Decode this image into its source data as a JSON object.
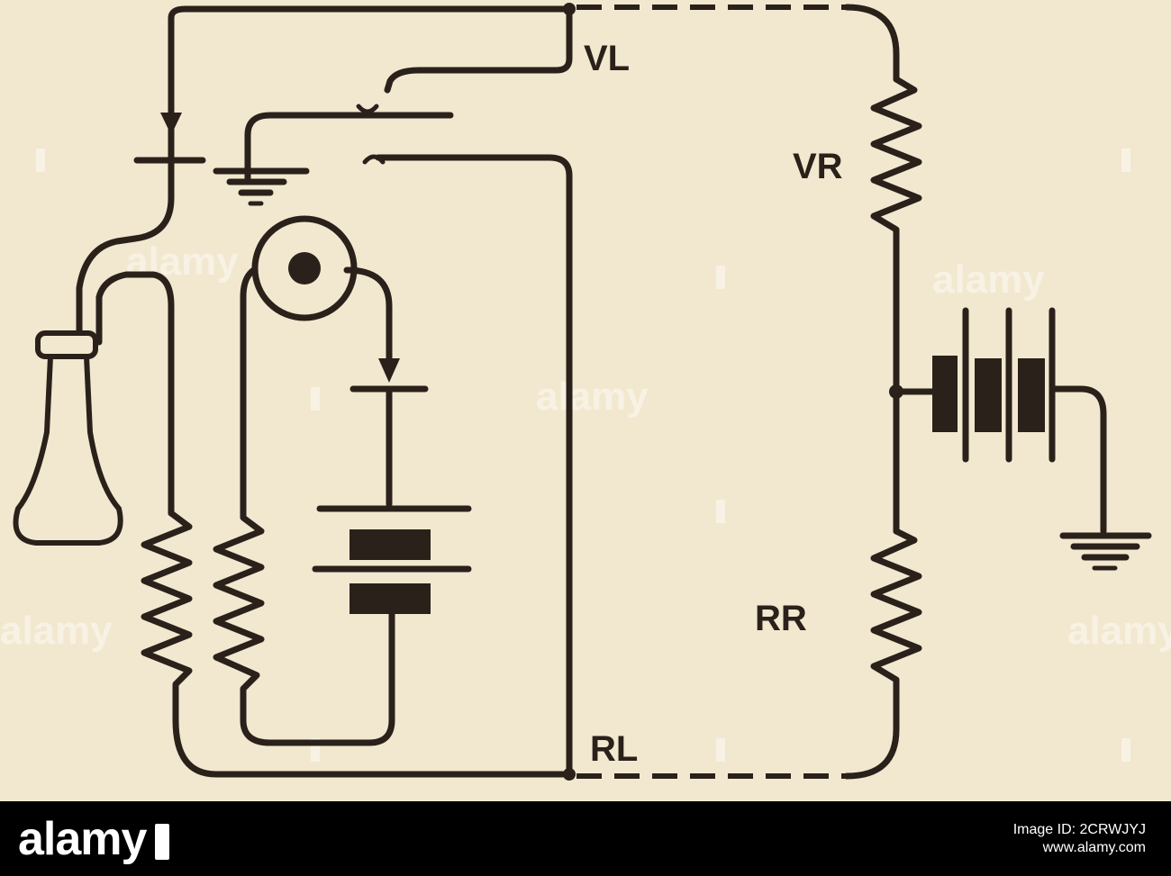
{
  "labels": {
    "vl": "VL",
    "vr": "VR",
    "rr": "RR",
    "rl": "RL"
  },
  "watermark": {
    "text": "alamy"
  },
  "footer": {
    "brand": "alamy",
    "image_id": "Image ID: 2CRWJYJ",
    "url": "www.alamy.com"
  },
  "colors": {
    "background": "#f2e8cf",
    "ink": "#2b211b",
    "footer_background": "#000000",
    "footer_text": "#ffffff"
  }
}
